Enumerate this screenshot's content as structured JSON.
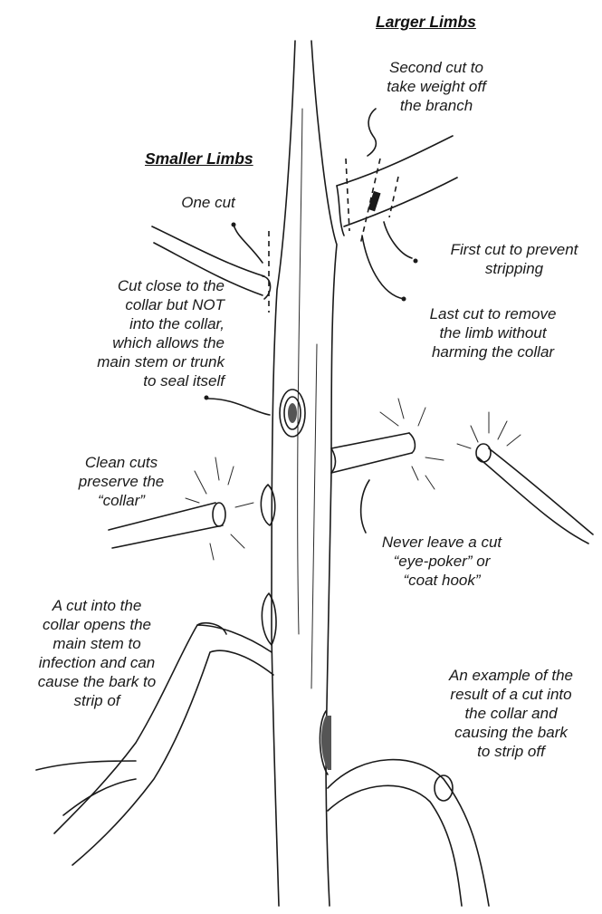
{
  "headings": {
    "larger_limbs": "Larger Limbs",
    "smaller_limbs": "Smaller Limbs"
  },
  "labels": {
    "second_cut": "Second cut to\ntake weight off\nthe branch",
    "one_cut": "One cut",
    "first_cut": "First cut to prevent\nstripping",
    "last_cut": "Last cut to remove\nthe limb without\nharming the collar",
    "cut_close": "Cut close to the\ncollar but NOT\ninto the collar,\nwhich allows the\nmain stem or trunk\nto seal itself",
    "clean_cuts": "Clean cuts\npreserve the\n“collar”",
    "never_leave": "Never leave a cut\n“eye-poker” or\n“coat hook”",
    "cut_into_collar": "A cut into the\ncollar opens the\nmain stem to\ninfection and can\ncause the bark to\nstrip of",
    "example": "An example of the\nresult of a cut into\nthe collar and\ncausing the bark\nto strip off"
  },
  "colors": {
    "ink": "#1a1a1a",
    "paper": "#ffffff"
  }
}
